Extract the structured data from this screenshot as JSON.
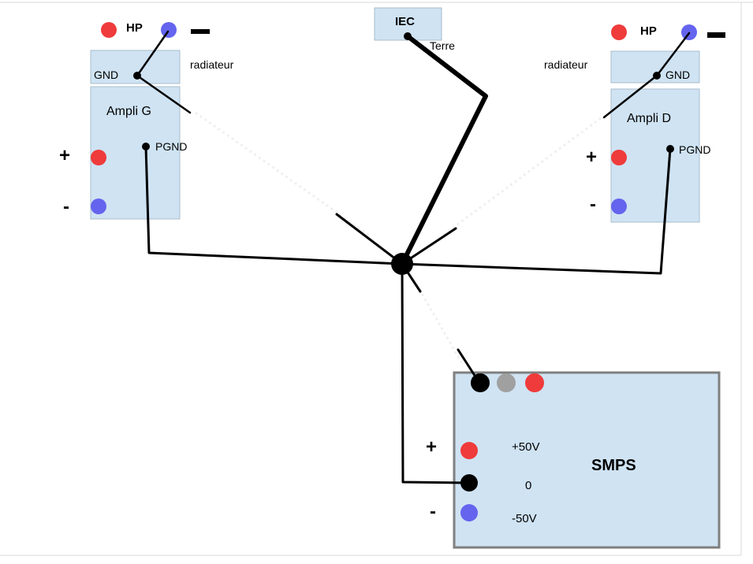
{
  "iec": {
    "label": "IEC",
    "terre_label": "Terre"
  },
  "left_amp": {
    "hp_label": "HP",
    "minus_symbol": "▬",
    "radiator_label": "radiateur",
    "gnd_label": "GND",
    "title": "Ampli G",
    "pgnd_label": "PGND",
    "plus_sign": "+",
    "minus_sign": "-"
  },
  "right_amp": {
    "hp_label": "HP",
    "minus_symbol": "▬",
    "radiator_label": "radiateur",
    "gnd_label": "GND",
    "title": "Ampli D",
    "pgnd_label": "PGND",
    "plus_sign": "+",
    "minus_sign": "-"
  },
  "smps": {
    "title": "SMPS",
    "plus_sign": "+",
    "minus_sign": "-",
    "rails": [
      "+50V",
      "0",
      "-50V"
    ]
  },
  "colors": {
    "box_fill": "#cfe3f3",
    "box_stroke": "#a9bccb",
    "smps_stroke": "#7f7f7f",
    "terminal_red": "#ef3b3b",
    "terminal_blue": "#6464ee",
    "terminal_grey": "#a0a0a0",
    "wire": "#000000"
  }
}
